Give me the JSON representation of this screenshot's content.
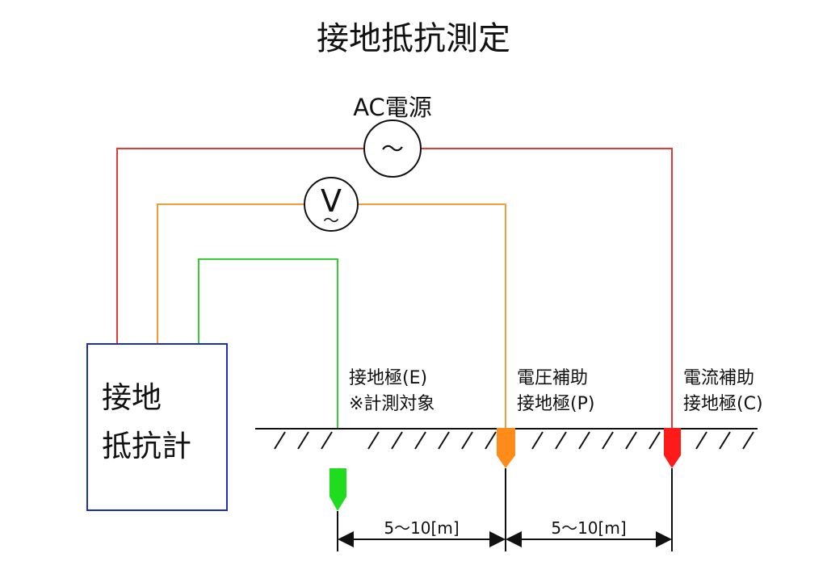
{
  "title": "接地抵抗測定",
  "ac_source": {
    "label": "AC電源",
    "symbol": "～"
  },
  "voltmeter": {
    "symbol": "V",
    "sub_symbol": "～"
  },
  "meter": {
    "line1": "接地",
    "line2": "抵抗計"
  },
  "electrodes": {
    "e": {
      "line1": "接地極(E)",
      "line2": "※計測対象"
    },
    "p": {
      "line1": "電圧補助",
      "line2": "接地極(P)"
    },
    "c": {
      "line1": "電流補助",
      "line2": "接地極(C)"
    }
  },
  "dimensions": {
    "ep": "5～10[m]",
    "pc": "5～10[m]"
  },
  "colors": {
    "current_loop": "#e53935",
    "voltage_loop": "#f39c3a",
    "target_loop": "#33cc33",
    "meter_box": "#1a2ebf",
    "e_electrode": "#1fdc1f",
    "p_electrode": "#ff8c1a",
    "c_electrode": "#ff1a1a",
    "ground": "#111111"
  }
}
